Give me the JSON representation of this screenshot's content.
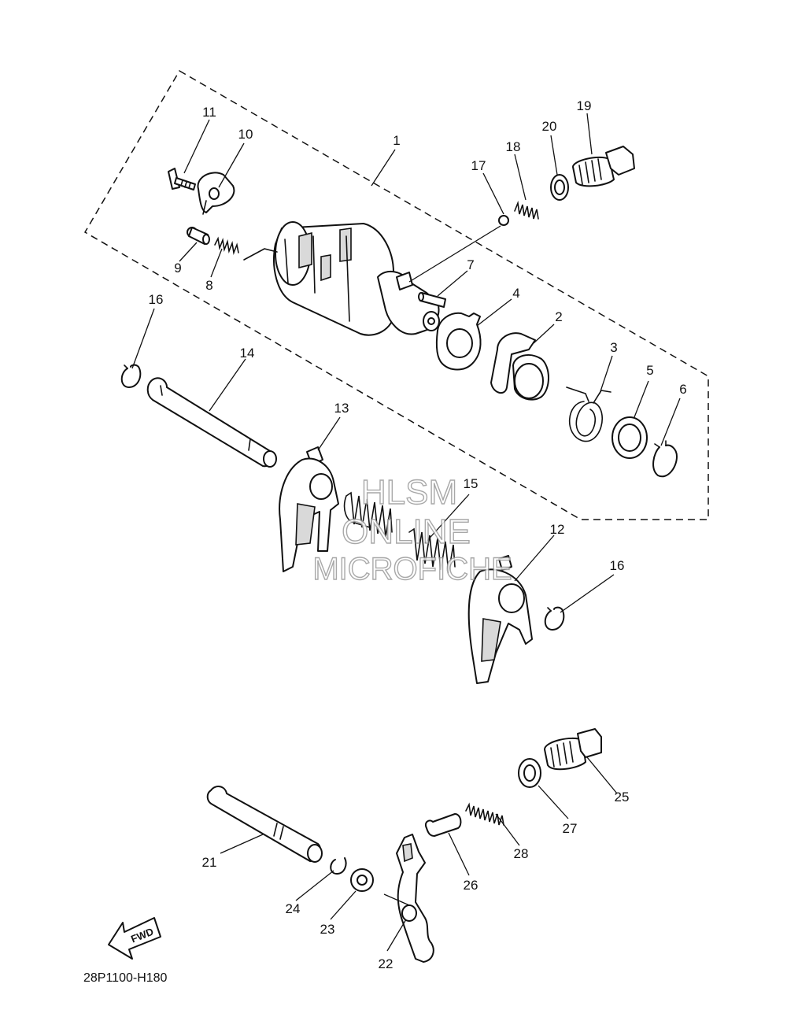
{
  "diagram_code": "28P1100-H180",
  "fwd_label": "FWD",
  "watermark": {
    "line1": "HLSM",
    "line2": "ONLINE",
    "line3": "MICROFICHE"
  },
  "callouts": [
    "1",
    "2",
    "3",
    "4",
    "5",
    "6",
    "7",
    "8",
    "9",
    "10",
    "11",
    "12",
    "13",
    "14",
    "15",
    "16",
    "16",
    "17",
    "18",
    "19",
    "20",
    "21",
    "22",
    "23",
    "24",
    "25",
    "26",
    "27",
    "28"
  ]
}
